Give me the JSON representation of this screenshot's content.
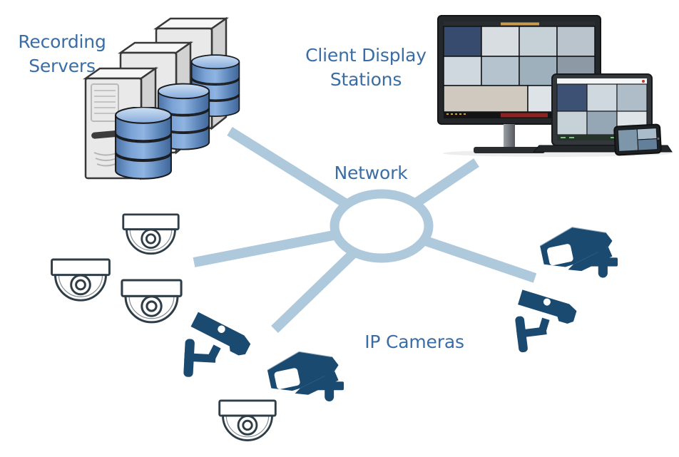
{
  "labels": {
    "recording_servers": "Recording\nServers",
    "client_display_stations": "Client Display\nStations",
    "network": "Network",
    "ip_cameras": "IP Cameras"
  },
  "colors": {
    "background": "#ffffff",
    "label_text": "#3a6da4",
    "network_link": "#aec8dc",
    "camera_navy": "#1a4a70",
    "dome_outline": "#2f3d47",
    "server_face": "#e9e9e9",
    "server_side": "#d2d2d2",
    "server_top": "#f7f7f7",
    "server_outline": "#383838",
    "database_light": "#a9c6e8",
    "database_deep": "#4a72a6"
  },
  "structure": {
    "type": "hub-and-spoke network diagram",
    "hub_label": "Network",
    "network_links": 5,
    "server_towers": 3,
    "database_stacks": 3,
    "display_devices": 3,
    "dome_cameras": 4,
    "bullet_cameras": 2,
    "box_cameras": 2
  }
}
